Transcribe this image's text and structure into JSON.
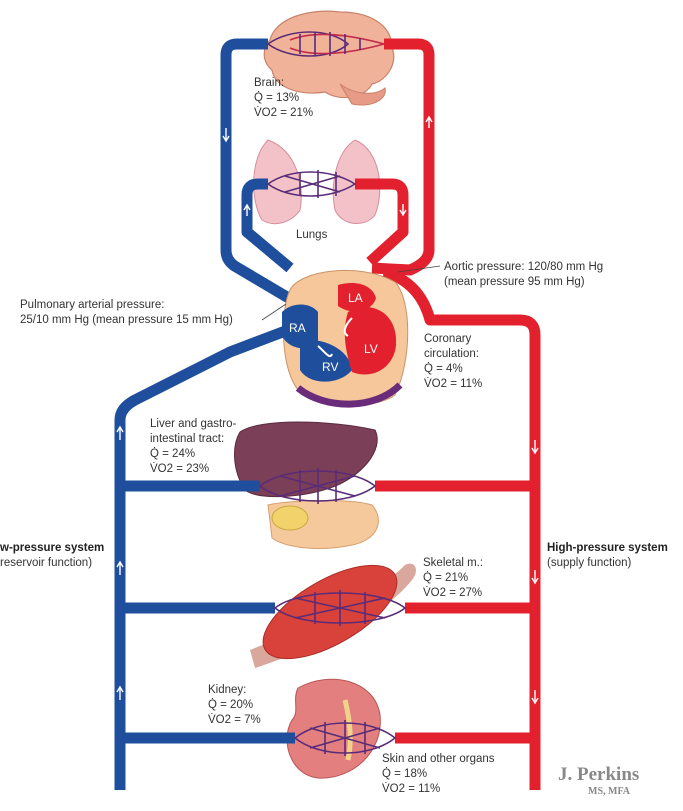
{
  "colors": {
    "venous": "#1f4f9c",
    "arterial": "#e3202e",
    "capillary": "#6a2c7a",
    "text": "#333333"
  },
  "labels": {
    "brain": {
      "name": "Brain:",
      "q": "Q̇ = 13%",
      "vo2": "V̇O2 = 21%"
    },
    "lungs": {
      "name": "Lungs"
    },
    "aortic": {
      "line1": "Aortic pressure: 120/80 mm Hg",
      "line2": "(mean pressure 95 mm Hg)"
    },
    "pulmonary": {
      "line1": "Pulmonary arterial pressure:",
      "line2": "25/10 mm Hg (mean pressure 15 mm Hg)"
    },
    "heart": {
      "ra": "RA",
      "rv": "RV",
      "la": "LA",
      "lv": "LV"
    },
    "coronary": {
      "line1": "Coronary",
      "line2": "circulation:",
      "q": "Q̇ = 4%",
      "vo2": "V̇O2 = 11%"
    },
    "liver": {
      "line1": "Liver and gastro-",
      "line2": "intestinal tract:",
      "q": "Q̇ = 24%",
      "vo2": "V̇O2 = 23%"
    },
    "low_pressure": {
      "title": "w-pressure system",
      "sub": "reservoir function)"
    },
    "high_pressure": {
      "title": "High-pressure system",
      "sub": "(supply function)"
    },
    "skeletal": {
      "name": "Skeletal m.:",
      "q": "Q̇ = 21%",
      "vo2": "V̇O2 = 27%"
    },
    "kidney": {
      "name": "Kidney:",
      "q": "Q̇ = 20%",
      "vo2": "V̇O2 = 7%"
    },
    "skin": {
      "name": "Skin and other organs",
      "q": "Q̇ = 18%",
      "vo2": "V̇O2 = 11%"
    }
  },
  "signature": {
    "name": "J. Perkins",
    "credentials": "MS, MFA"
  }
}
